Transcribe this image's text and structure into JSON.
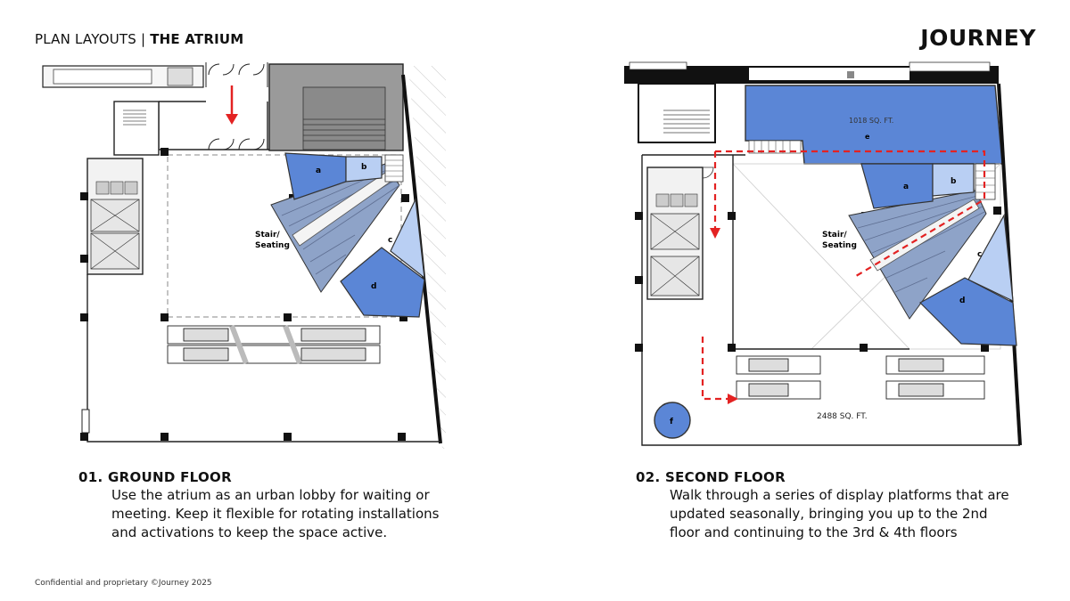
{
  "header": {
    "section": "PLAN LAYOUTS |",
    "title": "THE ATRIUM"
  },
  "brand": {
    "logo": "JOURNEY"
  },
  "colors": {
    "zone_dark": "#5b86d6",
    "zone_light": "#b9cff3",
    "stair": "#8ea3c8",
    "core": "#9a9a9a",
    "path": "#e32222"
  },
  "ground_floor": {
    "heading": "01. GROUND FLOOR",
    "description": "Use the atrium as an urban lobby for waiting or meeting. Keep it flexible for rotating installations and activations to keep the space active.",
    "stair_label_1": "Stair/",
    "stair_label_2": "Seating",
    "zones": {
      "a": "a",
      "b": "b",
      "c": "c",
      "d": "d"
    }
  },
  "second_floor": {
    "heading": "02. SECOND FLOOR",
    "description": "Walk through a series of display platforms that are updated seasonally, bringing you up to the 2nd floor and continuing to the 3rd & 4th floors",
    "stair_label_1": "Stair/",
    "stair_label_2": "Seating",
    "area_upper": "1018 SQ. FT.",
    "area_main": "2488 SQ. FT.",
    "zones": {
      "a": "a",
      "b": "b",
      "c": "c",
      "d": "d",
      "e": "e",
      "f": "f"
    }
  },
  "footer": {
    "text": "Confidential and proprietary ©Journey 2025"
  }
}
